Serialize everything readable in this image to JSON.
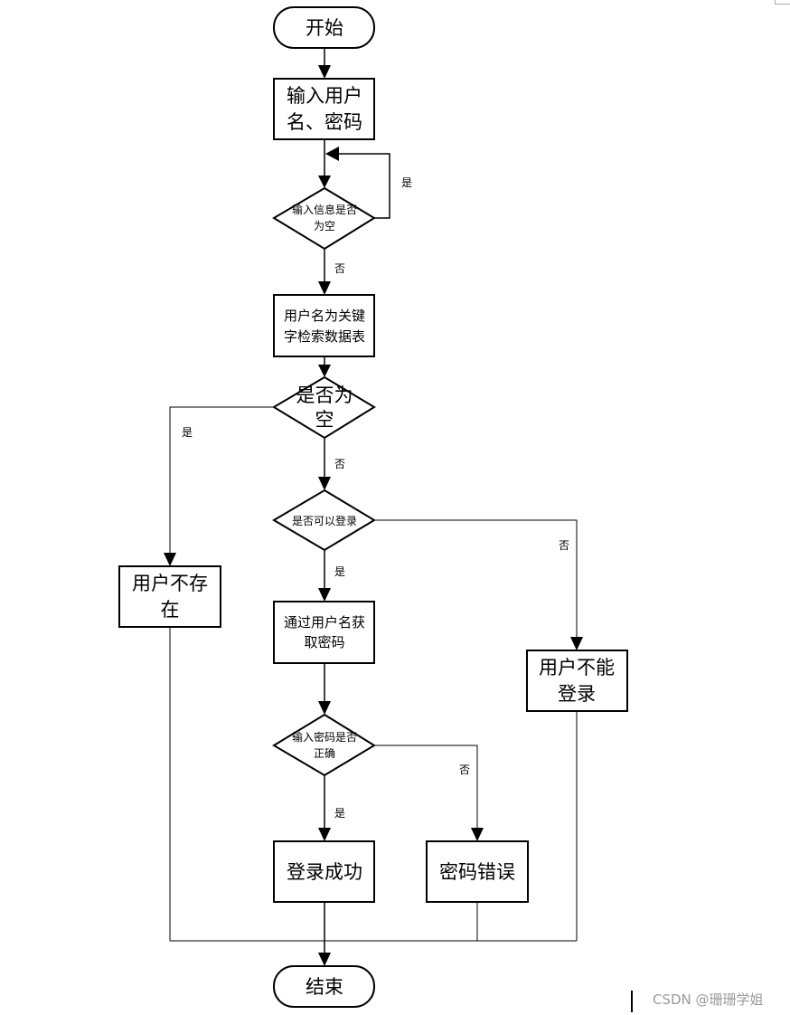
{
  "nodes": {
    "start": "开始",
    "input_line1": "输入用户",
    "input_line2": "名、密码",
    "empty_check_line1": "输入信息是否",
    "empty_check_line2": "为空",
    "search_line1": "用户名为关键",
    "search_line2": "字检索数据表",
    "result_empty_line1": "是否为",
    "result_empty_line2": "空",
    "can_login": "是否可以登录",
    "user_not_exist_line1": "用户不存",
    "user_not_exist_line2": "在",
    "get_password_line1": "通过用户名获",
    "get_password_line2": "取密码",
    "user_cannot_login_line1": "用户不能",
    "user_cannot_login_line2": "登录",
    "password_check_line1": "输入密码是否",
    "password_check_line2": "正确",
    "login_success": "登录成功",
    "password_wrong": "密码错误",
    "end": "结束"
  },
  "edge_labels": {
    "yes_loop": "是",
    "no_after_empty_check": "否",
    "yes_user_not_exist": "是",
    "no_after_result_empty": "否",
    "no_cannot_login": "否",
    "yes_get_password": "是",
    "no_password_wrong": "否",
    "yes_login_success": "是"
  },
  "watermark": "CSDN @珊珊学姐"
}
